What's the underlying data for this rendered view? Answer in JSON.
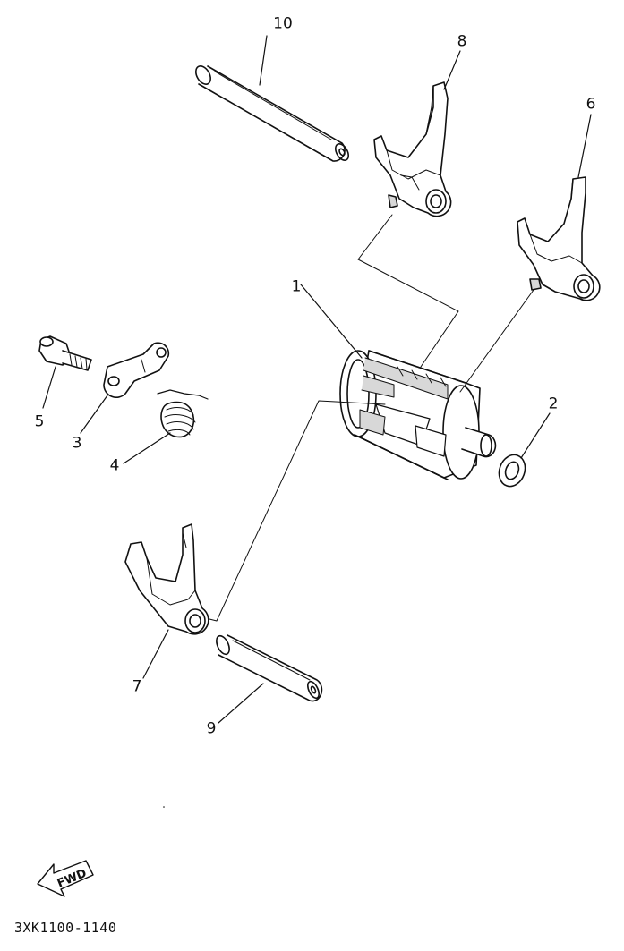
{
  "callouts": [
    {
      "id": "1",
      "text": "1"
    },
    {
      "id": "2",
      "text": "2"
    },
    {
      "id": "3",
      "text": "3"
    },
    {
      "id": "4",
      "text": "4"
    },
    {
      "id": "5",
      "text": "5"
    },
    {
      "id": "6",
      "text": "6"
    },
    {
      "id": "7",
      "text": "7"
    },
    {
      "id": "8",
      "text": "8"
    },
    {
      "id": "9",
      "text": "9"
    },
    {
      "id": "10",
      "text": "10"
    }
  ],
  "direction_marker": "FWD",
  "part_code": "3XK1100-1140",
  "colors": {
    "ink": "#111111",
    "paper": "#ffffff",
    "shade": "#d8d8d8"
  }
}
